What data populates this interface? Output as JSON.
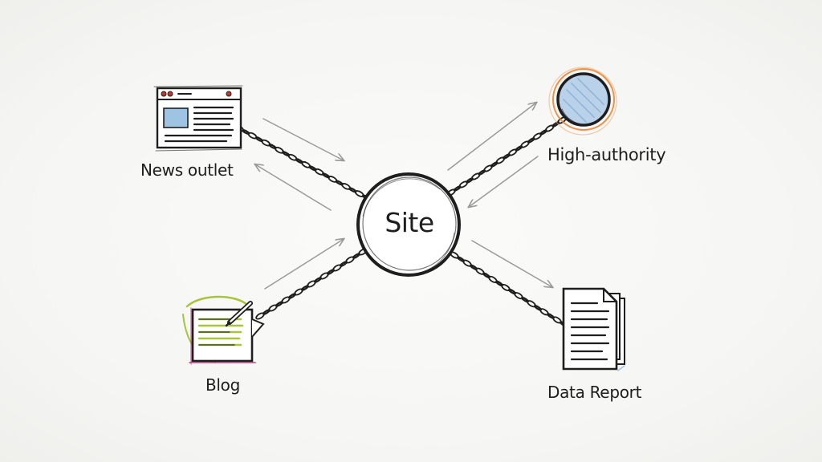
{
  "diagram": {
    "center_label": "Site",
    "nodes": [
      {
        "id": "news",
        "label": "News outlet",
        "icon": "browser-window-icon"
      },
      {
        "id": "high",
        "label": "High-authority",
        "icon": "globe-icon"
      },
      {
        "id": "blog",
        "label": "Blog",
        "icon": "pencil-document-icon"
      },
      {
        "id": "report",
        "label": "Data Report",
        "icon": "document-stack-icon"
      }
    ],
    "colors": {
      "ink": "#1e1e1e",
      "arrow": "#9a9a9a",
      "globe_fill": "#b9d2ea",
      "globe_ring": "#e8873a",
      "blog_accent": "#a6c53a",
      "blog_edge": "#c2407a",
      "news_accent": "#c0392b",
      "news_image": "#9fc3e3"
    }
  }
}
